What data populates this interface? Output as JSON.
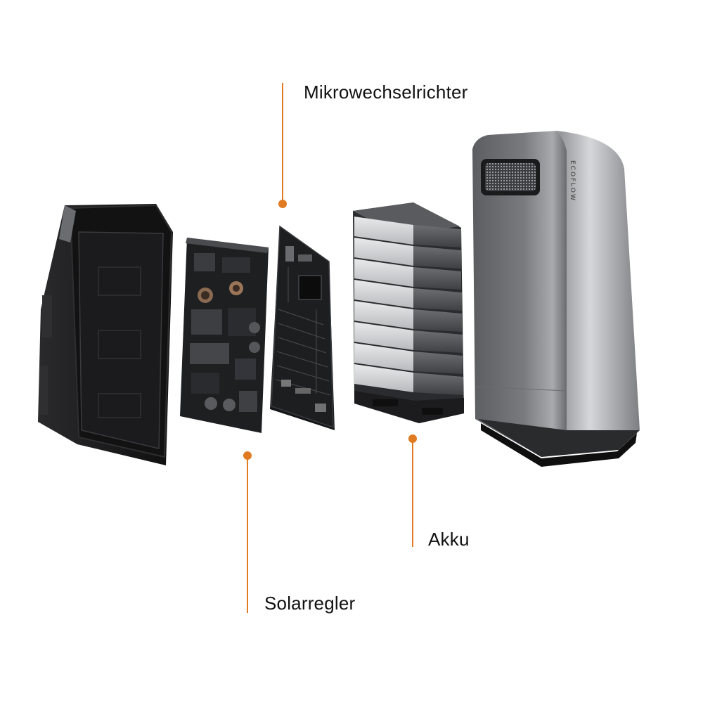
{
  "accent_color": "#e07b22",
  "callouts": {
    "microinverter": "Mikrowechselrichter",
    "battery": "Akku",
    "solar_controller": "Solarregler"
  },
  "brand": {
    "logo": "ECOFLOW"
  }
}
